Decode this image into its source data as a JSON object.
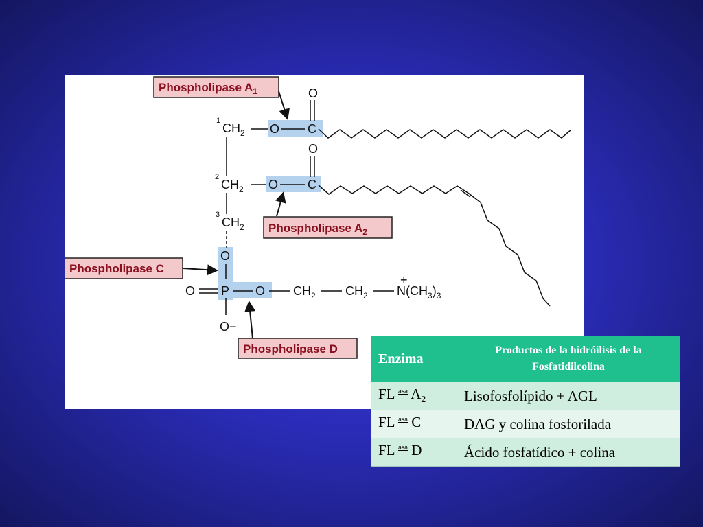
{
  "labels": {
    "pla1": "Phospholipase A",
    "pla1_sub": "1",
    "pla2": "Phospholipase A",
    "pla2_sub": "2",
    "plc": "Phospholipase C",
    "pld": "Phospholipase D"
  },
  "molecule": {
    "o": "O",
    "c": "C",
    "p": "P",
    "ch": "CH",
    "two": "2",
    "three": "3",
    "n1": "1",
    "n2": "2",
    "n3": "3",
    "o_minus": "O−",
    "n_plus": "+",
    "n_methyl": "N(CH",
    "close_paren": ")"
  },
  "table": {
    "header_col1": "Enzima",
    "header_col2_line1": "Productos de la hidróilisis de la",
    "header_col2_line2": "Fosfatidilcolina",
    "rows": [
      {
        "prefix": "FL ",
        "asa": "asa",
        "enzyme": " A",
        "enzyme_sub": "2",
        "product": "Lisofosfolípido + AGL"
      },
      {
        "prefix": "FL ",
        "asa": "asa",
        "enzyme": " C",
        "enzyme_sub": "",
        "product": "DAG y colina fosforilada"
      },
      {
        "prefix": "FL ",
        "asa": "asa",
        "enzyme": " D",
        "enzyme_sub": "",
        "product": "Ácido fosfatídico + colina"
      }
    ]
  }
}
